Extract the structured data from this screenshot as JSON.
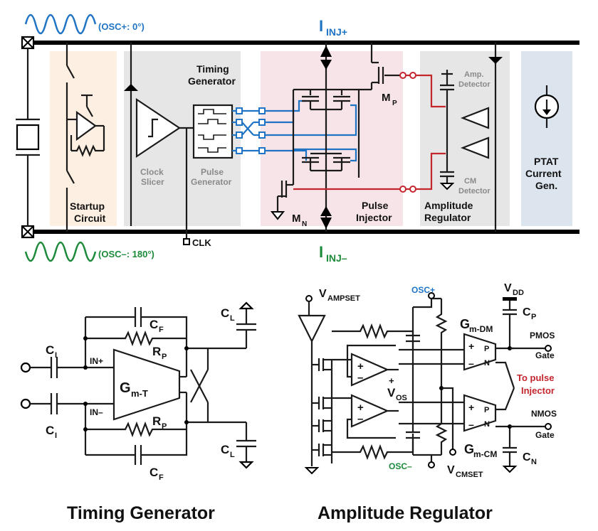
{
  "top": {
    "osc_plus": "(OSC+: 0°)",
    "osc_minus": "(OSC–: 180°)",
    "inj_plus_main": "I",
    "inj_plus_sub": "INJ+",
    "inj_minus_main": "I",
    "inj_minus_sub": "INJ–",
    "clk": "CLK",
    "startup_1": "Startup",
    "startup_2": "Circuit",
    "timing_1": "Timing",
    "timing_2": "Generator",
    "clock_1": "Clock",
    "clock_2": "Slicer",
    "pulse_gen_1": "Pulse",
    "pulse_gen_2": "Generator",
    "pulse_inj_1": "Pulse",
    "pulse_inj_2": "Injector",
    "mp_main": "M",
    "mp_sub": "P",
    "mn_main": "M",
    "mn_sub": "N",
    "amp_det_1": "Amp.",
    "amp_det_2": "Detector",
    "cm_det_1": "CM",
    "cm_det_2": "Detector",
    "amp_reg_1": "Amplitude",
    "amp_reg_2": "Regulator",
    "ptat_1": "PTAT",
    "ptat_2": "Current",
    "ptat_3": "Gen."
  },
  "timing": {
    "title": "Timing Generator",
    "ci_top": "C",
    "ci_top_sub": "I",
    "ci_bot": "C",
    "ci_bot_sub": "I",
    "cf_top": "C",
    "cf_top_sub": "F",
    "cf_bot": "C",
    "cf_bot_sub": "F",
    "rp_top": "R",
    "rp_top_sub": "P",
    "rp_bot": "R",
    "rp_bot_sub": "P",
    "cl_top": "C",
    "cl_top_sub": "L",
    "cl_bot": "C",
    "cl_bot_sub": "L",
    "in_plus": "IN+",
    "in_minus": "IN–",
    "gm_main": "G",
    "gm_sub": "m-T"
  },
  "amp": {
    "title": "Amplitude Regulator",
    "vampset": "V",
    "vampset_sub": "AMPSET",
    "vcmset": "V",
    "vcmset_sub": "CMSET",
    "vos": "V",
    "vos_sub": "OS",
    "osc_plus": "OSC+",
    "osc_minus": "OSC–",
    "vdd": "V",
    "vdd_sub": "DD",
    "cp": "C",
    "cp_sub": "P",
    "cn": "C",
    "cn_sub": "N",
    "gmdm": "G",
    "gmdm_sub": "m-DM",
    "gmcm": "G",
    "gmcm_sub": "m-CM",
    "pmos_1": "PMOS",
    "pmos_2": "Gate",
    "nmos_1": "NMOS",
    "nmos_2": "Gate",
    "to_pulse_1": "To pulse",
    "to_pulse_2": "Injector",
    "plus": "+",
    "minus": "–",
    "p": "P",
    "n": "N"
  },
  "colors": {
    "blue": "#1f74c4",
    "green": "#1c8a3a",
    "red": "#c4262e",
    "startup_bg": "#fdf0e2",
    "timing_bg": "#e6e6e6",
    "injector_bg": "#f7e4e8",
    "amp_bg": "#e6e6e6",
    "ptat_bg": "#dce4ee"
  }
}
